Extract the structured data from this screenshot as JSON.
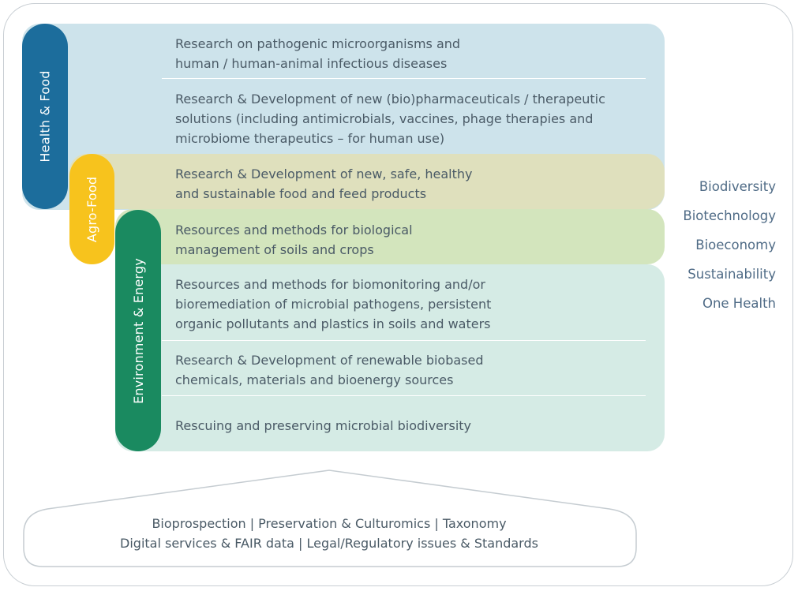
{
  "pillars": {
    "health": "Health & Food",
    "agro": "Agro-Food",
    "environment": "Environment & Energy"
  },
  "items": [
    [
      "Research on pathogenic microorganisms and",
      "human / human-animal infectious diseases"
    ],
    [
      "Research & Development of new (bio)pharmaceuticals / therapeutic",
      "solutions (including antimicrobials, vaccines, phage therapies and",
      "microbiome therapeutics – for human use)"
    ],
    [
      "Research & Development of new, safe, healthy",
      "and sustainable food and feed products"
    ],
    [
      "Resources and methods for biological",
      "management of soils and crops"
    ],
    [
      "Resources and methods for biomonitoring and/or",
      "bioremediation of microbial pathogens, persistent",
      "organic pollutants and plastics in soils and waters"
    ],
    [
      "Research & Development of renewable biobased",
      "chemicals, materials and bioenergy sources"
    ],
    [
      "Rescuing and preserving microbial biodiversity"
    ]
  ],
  "themes": [
    "Biodiversity",
    "Biotechnology",
    "Bioeconomy",
    "Sustainability",
    "One Health"
  ],
  "foundation": {
    "line1": "Bioprospection | Preservation & Culturomics | Taxonomy",
    "line2": "Digital services & FAIR data | Legal/Regulatory issues & Standards"
  }
}
